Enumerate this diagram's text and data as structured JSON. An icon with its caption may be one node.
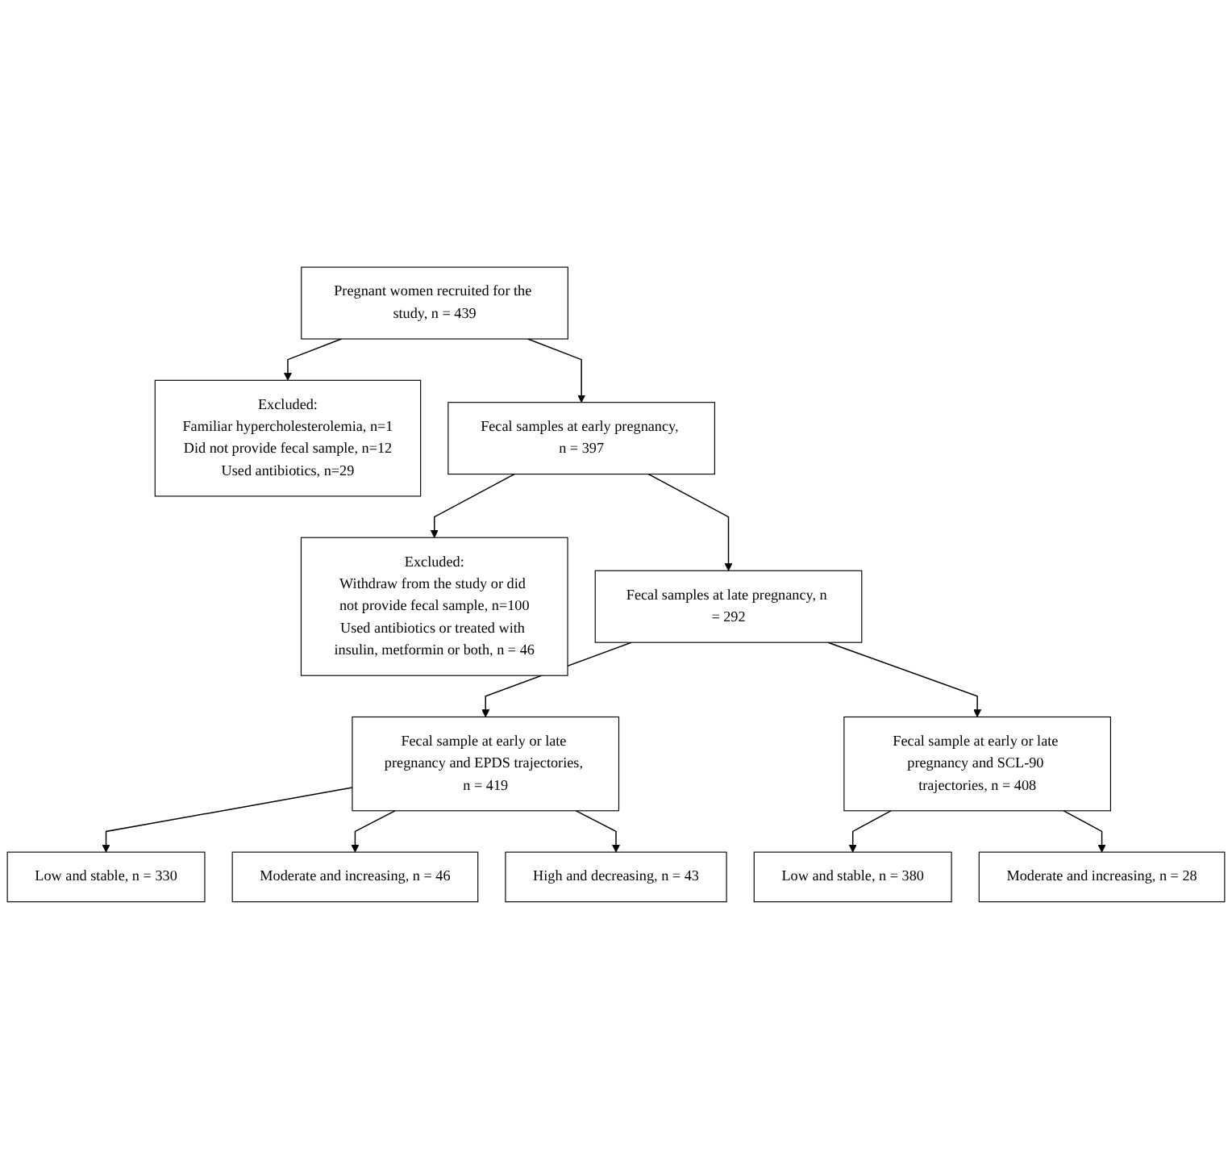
{
  "diagram": {
    "nodes": [
      {
        "text": [
          "Pregnant women recruited for the study, n = 439"
        ]
      },
      {
        "text": [
          "Excluded:",
          "Familiar hypercholesterolemia, n=1",
          "Did not provide fecal sample, n=12",
          "Used antibiotics, n=29"
        ]
      },
      {
        "text": [
          "Fecal samples at early pregnancy, n = 397"
        ]
      },
      {
        "text": [
          "Excluded:",
          "Withdraw from the study or did not provide fecal sample, n=100",
          "Used antibiotics or treated with insulin, metformin or both, n = 46"
        ]
      },
      {
        "text": [
          "Fecal samples at late pregnancy, n = 292"
        ]
      },
      {
        "text": [
          "Fecal sample at early or late pregnancy and EPDS trajectories, n = 419"
        ]
      },
      {
        "text": [
          "Fecal sample at early or late pregnancy and SCL-90 trajectories, n = 408"
        ]
      },
      {
        "text": [
          "Low and stable, n = 330"
        ]
      },
      {
        "text": [
          "Moderate and increasing, n = 46"
        ]
      },
      {
        "text": [
          "High and decreasing, n = 43"
        ]
      },
      {
        "text": [
          "Low and stable, n = 380"
        ]
      },
      {
        "text": [
          "Moderate and increasing, n = 28"
        ]
      }
    ],
    "edges": [
      {
        "from": 0,
        "to": 2,
        "arrow": "to"
      },
      {
        "from": 0,
        "to": 1,
        "arrow": "to"
      },
      {
        "from": 2,
        "to": 4,
        "arrow": "to"
      },
      {
        "from": 2,
        "to": 3,
        "arrow": "to"
      },
      {
        "from": 4,
        "to": 5,
        "arrow": "to"
      },
      {
        "from": 4,
        "to": 6,
        "arrow": "to"
      },
      {
        "from": 5,
        "to": 7,
        "arrow": "to"
      },
      {
        "from": 5,
        "to": 8,
        "arrow": "to"
      },
      {
        "from": 5,
        "to": 9,
        "arrow": "to"
      },
      {
        "from": 6,
        "to": 10,
        "arrow": "to"
      },
      {
        "from": 6,
        "to": 11,
        "arrow": "to"
      }
    ]
  }
}
